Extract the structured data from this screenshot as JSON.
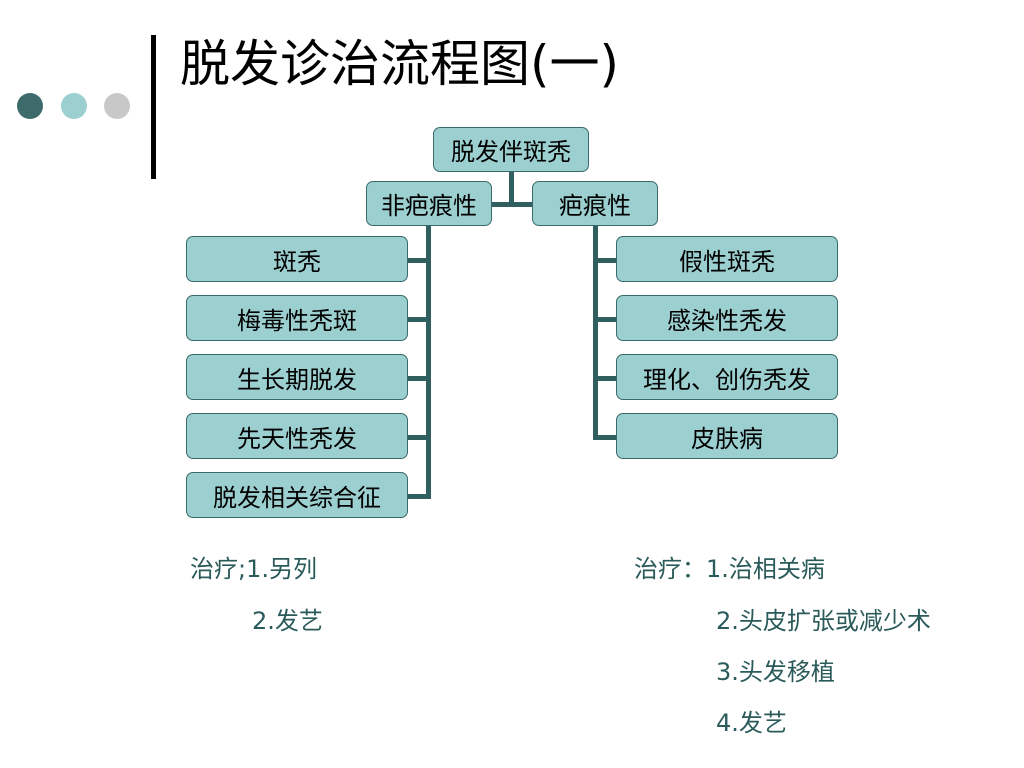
{
  "title": "脱发诊治流程图(一)",
  "decor": {
    "dot_colors": [
      "#3d6b6b",
      "#9ccfd0",
      "#c8c8c8"
    ],
    "box_fill": "#9ccfd0",
    "line_color": "#2f5f5f"
  },
  "root": "脱发伴斑秃",
  "branches": {
    "left": "非疤痕性",
    "right": "疤痕性"
  },
  "left_items": [
    "斑秃",
    "梅毒性秃斑",
    "生长期脱发",
    "先天性秃发",
    "脱发相关综合征"
  ],
  "right_items": [
    "假性斑秃",
    "感染性秃发",
    "理化、创伤秃发",
    "皮肤病"
  ],
  "left_treatment": [
    "治疗;1.另列",
    "2.发艺"
  ],
  "right_treatment": [
    "治疗：1.治相关病",
    "2.头皮扩张或减少术",
    "3.头发移植",
    "4.发艺"
  ]
}
